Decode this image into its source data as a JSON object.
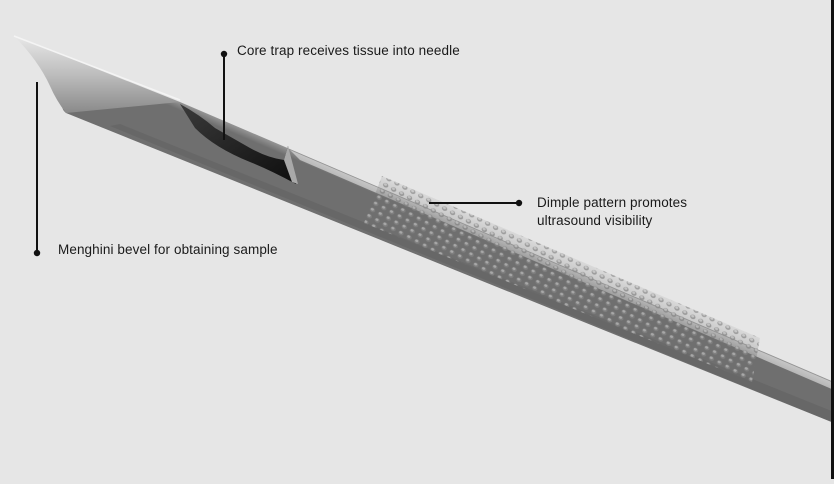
{
  "annotations": {
    "core_trap": "Core trap receives tissue into needle",
    "menghini_bevel": "Menghini bevel for obtaining sample",
    "dimple_line1": "Dimple pattern promotes",
    "dimple_line2": "ultrasound visibility"
  },
  "colors": {
    "background": "#e6e6e6",
    "leader_line": "#111111",
    "needle_light": "#d9d9d9",
    "needle_mid": "#9a9a9a",
    "needle_dark": "#6e6e6e"
  }
}
